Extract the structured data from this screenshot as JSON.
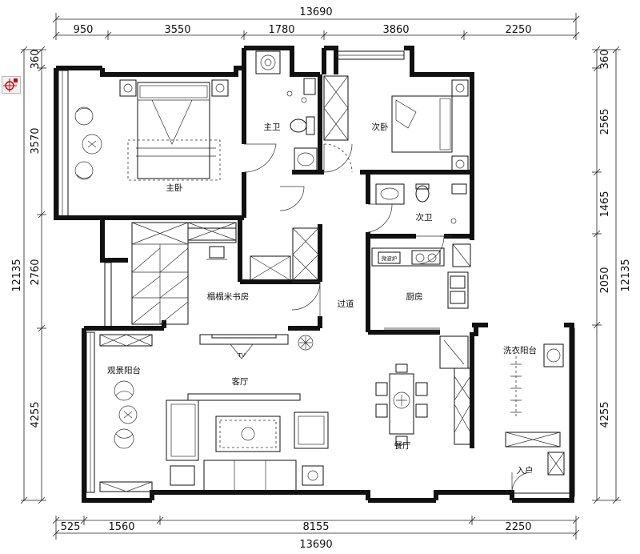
{
  "dimensions": {
    "top_total": "13690",
    "top_segments": [
      "950",
      "3550",
      "1780",
      "3860",
      "2250"
    ],
    "bottom_total": "13690",
    "bottom_segments": [
      "525",
      "1560",
      "8155",
      "2250"
    ],
    "left_total": "12135",
    "left_segments": [
      "360",
      "3570",
      "2760",
      "4255"
    ],
    "right_total": "12135",
    "right_segments": [
      "360",
      "2565",
      "1465",
      "2050",
      "4255"
    ]
  },
  "rooms": {
    "master_bedroom": "主卧",
    "master_bath": "主卫",
    "second_bedroom": "次卧",
    "second_bath": "次卫",
    "study": "榻榻米书房",
    "corridor": "过道",
    "kitchen": "厨房",
    "view_balcony": "观景阳台",
    "living_room": "客厅",
    "laundry_balcony": "洗衣阳台",
    "dining_room": "餐厅",
    "entrance": "入户"
  },
  "labels": {
    "tv": "TV",
    "appliance": "微波炉"
  },
  "colors": {
    "line": "#111111",
    "background": "#ffffff"
  },
  "icons": {
    "cursor": "snap-cursor-icon"
  }
}
